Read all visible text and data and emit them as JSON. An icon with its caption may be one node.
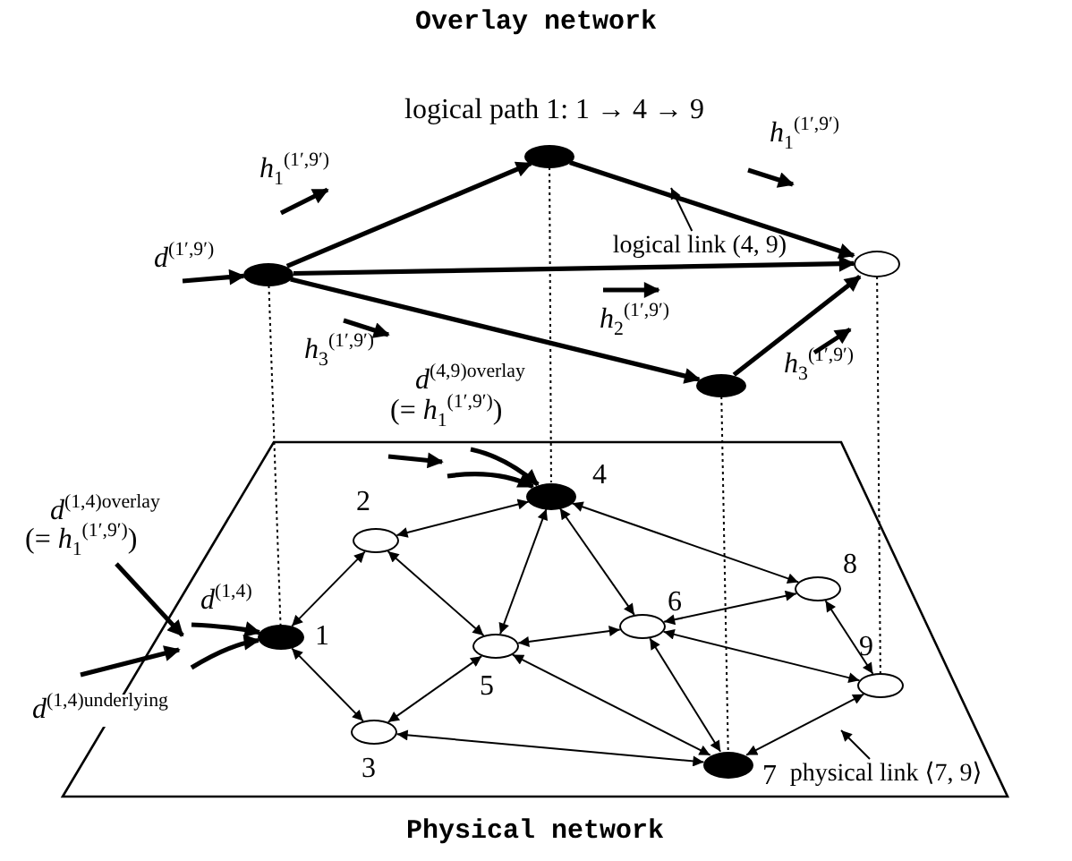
{
  "diagram": {
    "title": "Overlay network",
    "nodes": [
      {
        "text": [],
        "shape": "circle"
      },
      {
        "text": [],
        "shape": "circle"
      },
      {
        "text": [],
        "shape": "circle"
      },
      {
        "text": [],
        "shape": "circle"
      },
      {
        "text": [
          "logical link (4, 9)"
        ]
      },
      {
        "text": [
          "Physical network"
        ]
      },
      {
        "text": [
          "1"
        ],
        "in": 5
      },
      {
        "text": [
          "2"
        ],
        "in": 5
      },
      {
        "text": [
          "3"
        ],
        "in": 5
      },
      {
        "text": [
          "4"
        ],
        "in": 5
      },
      {
        "text": [
          "5"
        ],
        "in": 5
      },
      {
        "text": [
          "6"
        ],
        "in": 5
      },
      {
        "text": [
          "7"
        ],
        "in": 5
      },
      {
        "text": [
          "8"
        ],
        "in": 5
      },
      {
        "text": [
          "9"
        ],
        "in": 5
      },
      {
        "text": [
          "physical link ⟨7, 9⟩"
        ],
        "in": 5
      }
    ],
    "edges": [
      {
        "from": null,
        "to": 0,
        "arrow": "to",
        "style": "thick",
        "label": "*d*$^{(1′,9′)}$"
      },
      {
        "from": 0,
        "to": 1,
        "arrow": "to",
        "style": "thick"
      },
      {
        "from": 1,
        "to": 3,
        "arrow": "to",
        "style": "thick"
      },
      {
        "from": 0,
        "to": 3,
        "arrow": "to",
        "style": "thick"
      },
      {
        "from": 0,
        "to": 2,
        "arrow": "to",
        "style": "thick"
      },
      {
        "from": 2,
        "to": 3,
        "arrow": "to",
        "style": "thick"
      },
      {
        "from": 4,
        "to": null,
        "arrow": "to"
      },
      {
        "from": 6,
        "to": 7,
        "arrow": "both"
      },
      {
        "from": 6,
        "to": 8,
        "arrow": "both"
      },
      {
        "from": 7,
        "to": 9,
        "arrow": "both"
      },
      {
        "from": 7,
        "to": 10,
        "arrow": "both"
      },
      {
        "from": 10,
        "to": 8,
        "arrow": "both"
      },
      {
        "from": 10,
        "to": 9,
        "arrow": "both"
      },
      {
        "from": 10,
        "to": 11,
        "arrow": "both"
      },
      {
        "from": 10,
        "to": 12,
        "arrow": "both"
      },
      {
        "from": 9,
        "to": 11,
        "arrow": "both"
      },
      {
        "from": 9,
        "to": 13,
        "arrow": "both"
      },
      {
        "from": 11,
        "to": 13,
        "arrow": "both"
      },
      {
        "from": 11,
        "to": 12,
        "arrow": "both"
      },
      {
        "from": 11,
        "to": 14,
        "arrow": "both"
      },
      {
        "from": 13,
        "to": 14,
        "arrow": "both"
      },
      {
        "from": 14,
        "to": 12,
        "arrow": "both"
      },
      {
        "from": 8,
        "to": 12,
        "arrow": "both"
      },
      {
        "from": 15,
        "to": null,
        "arrow": "to"
      },
      {
        "from": 0,
        "to": 6,
        "arrow": "none",
        "style": "dashed"
      },
      {
        "from": 1,
        "to": 9,
        "arrow": "none",
        "style": "dashed"
      },
      {
        "from": 2,
        "to": 12,
        "arrow": "none",
        "style": "dashed"
      },
      {
        "from": 3,
        "to": 14,
        "arrow": "none",
        "style": "dashed"
      },
      {
        "from": null,
        "to": 9,
        "arrow": "to",
        "style": "thick"
      },
      {
        "from": null,
        "to": 9,
        "arrow": "to",
        "style": "thick"
      },
      {
        "from": null,
        "to": 6,
        "arrow": "to",
        "style": "thick"
      },
      {
        "from": null,
        "to": 6,
        "arrow": "to",
        "style": "thick"
      }
    ],
    "labels": [
      "logical path 1: 1 → 4 → 9",
      "*h*$_{1}$$^{(1′,9′)}$",
      "*h*$_{1}$$^{(1′,9′)}$",
      "*h*$_{2}$$^{(1′,9′)}$",
      "*h*$_{3}$$^{(1′,9′)}$",
      "*h*$_{3}$$^{(1′,9′)}$",
      "*d*$^{(4,9)overlay}$",
      "(= *h*$_{1}$$^{(1′,9′)}$)",
      "*d*$^{(1,4)overlay}$",
      "(= *h*$_{1}$$^{(1′,9′)}$)",
      "*d*$^{(1,4)}$",
      "*d*$^{(1,4)underlying}$"
    ]
  }
}
